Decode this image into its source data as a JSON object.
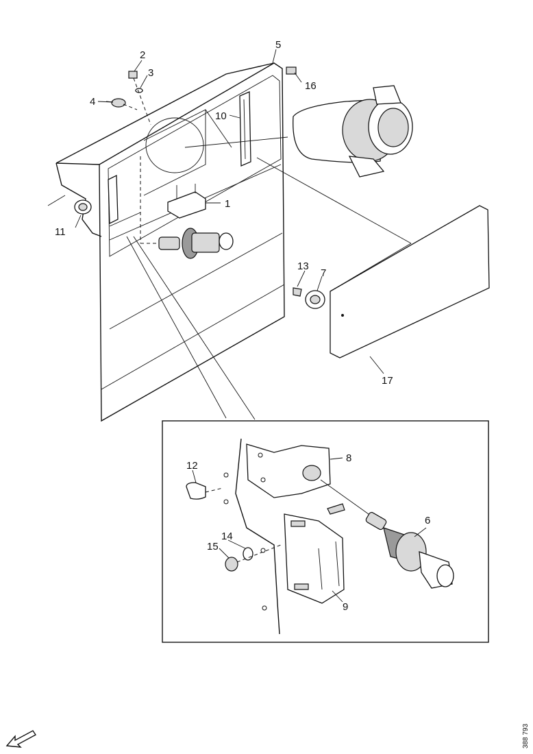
{
  "callouts": {
    "c1": "1",
    "c2": "2",
    "c3": "3",
    "c4": "4",
    "c5": "5",
    "c6": "6",
    "c7": "7",
    "c8": "8",
    "c9": "9",
    "c10": "10",
    "c11": "11",
    "c12": "12",
    "c13": "13",
    "c14": "14",
    "c15": "15",
    "c16": "16",
    "c17": "17"
  },
  "drawing_code": "388 793",
  "icons": {
    "orientation_arrow": "arrow-down-left-icon"
  }
}
